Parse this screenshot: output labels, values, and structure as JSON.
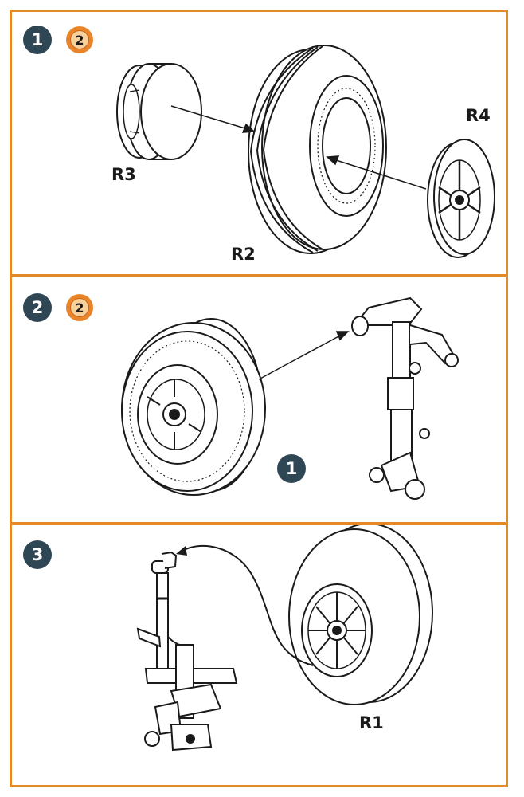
{
  "panels": [
    {
      "step": "1",
      "badge": "2",
      "parts": [
        "R3",
        "R2",
        "R4"
      ]
    },
    {
      "step": "2",
      "badge": "2",
      "subassembly": "1"
    },
    {
      "step": "3",
      "parts": [
        "R1"
      ]
    }
  ],
  "colors": {
    "frame": "#e08a2a",
    "step_circle": "#2f4654",
    "badge": "#e8852a",
    "line": "#1a1a1a"
  },
  "icons": [
    "refer-step-badge-icon",
    "arrow-icon"
  ]
}
